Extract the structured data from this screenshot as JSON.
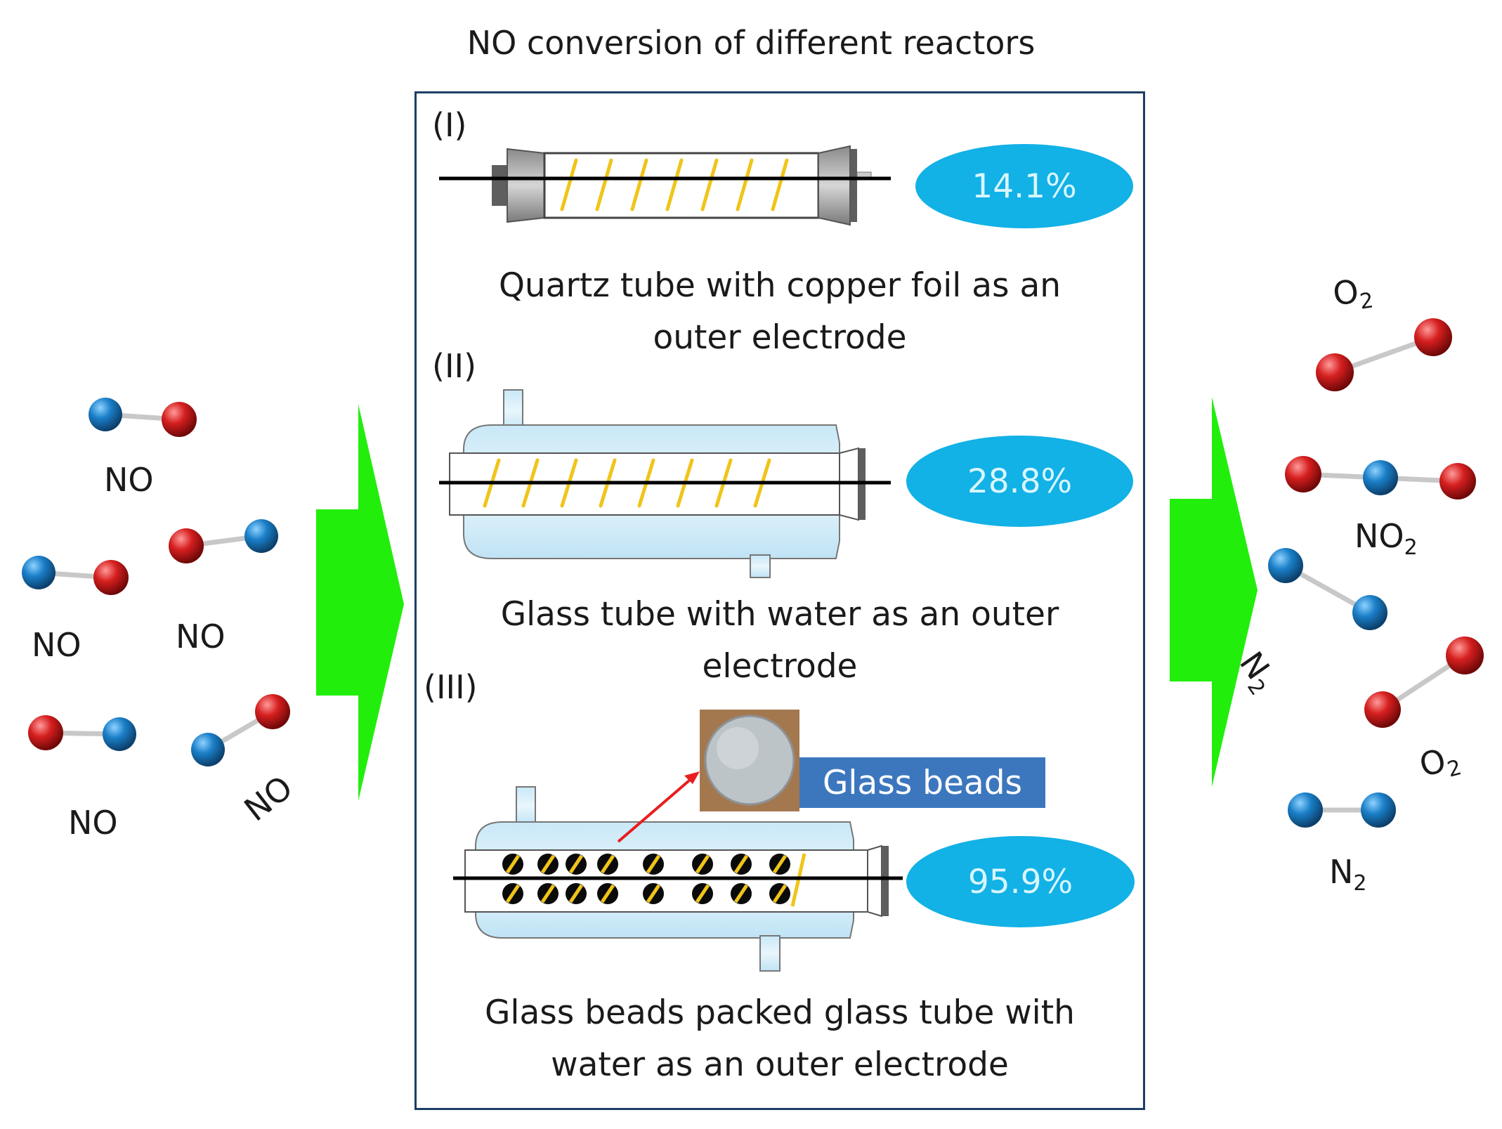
{
  "title": "NO conversion of different reactors",
  "reactors": [
    {
      "label": "(I)",
      "conversion": "14.1%",
      "caption_line1": "Quartz tube with copper foil as an",
      "caption_line2": "outer electrode"
    },
    {
      "label": "(II)",
      "conversion": "28.8%",
      "caption_line1": "Glass tube with water as an outer",
      "caption_line2": "electrode"
    },
    {
      "label": "(III)",
      "conversion": "95.9%",
      "caption_line1": "Glass beads packed glass tube with",
      "caption_line2": "water as an outer electrode",
      "inset_label": "Glass beads"
    }
  ],
  "inputs": {
    "molecule": "NO",
    "labels": [
      "NO",
      "NO",
      "NO",
      "NO",
      "NO"
    ]
  },
  "products": {
    "o2_base": "O",
    "o2_sub": "2",
    "no2_base": "NO",
    "no2_sub": "2",
    "n2_base": "N",
    "n2_sub": "2"
  },
  "colors": {
    "arrow": "#22ee0c",
    "nitrogen_atom": "#1a7fc8",
    "oxygen_atom": "#d61f1f",
    "conversion_ellipse": "#12b1e6",
    "frame": "#1e3d64",
    "inset_label_bg": "#3c77be"
  }
}
